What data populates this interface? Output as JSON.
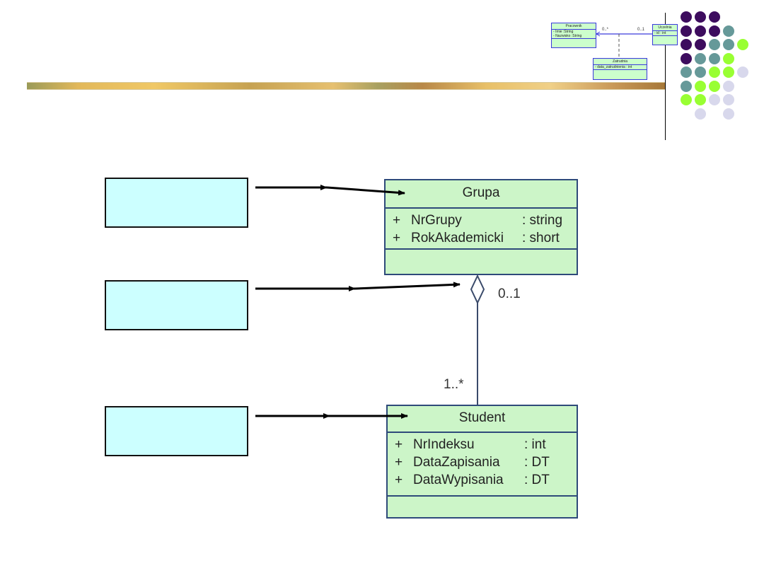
{
  "header": {
    "thumbnail": {
      "classes": [
        {
          "name": "Pracownik",
          "attributes": [
            {
              "vis": "-",
              "name": "Imie",
              "type": ":String"
            },
            {
              "vis": "-",
              "name": "Nazwisko",
              "type": ":String"
            }
          ]
        },
        {
          "name": "Uczelnia",
          "attributes": [
            {
              "vis": "-",
              "name": "id",
              "type": ": int"
            }
          ]
        },
        {
          "name": "Zatrudnia",
          "attributes": [
            {
              "vis": "-",
              "name": "data_zatrudnienia",
              "type": ": int"
            }
          ]
        }
      ],
      "multiplicities": {
        "left": "0..*",
        "right": "0..1"
      }
    },
    "dot_colors": {
      "purple": "#3d0c5e",
      "teal": "#669999",
      "lime": "#99ff33",
      "lavender": "#d8d8ec"
    },
    "dot_grid": [
      [
        "purple",
        "purple",
        "purple",
        null,
        null
      ],
      [
        "purple",
        "purple",
        "purple",
        "teal",
        null
      ],
      [
        "purple",
        "purple",
        "teal",
        "teal",
        "lime"
      ],
      [
        "purple",
        "teal",
        "teal",
        "lime",
        null
      ],
      [
        "teal",
        "teal",
        "lime",
        "lime",
        "lavender"
      ],
      [
        "teal",
        "lime",
        "lime",
        "lavender",
        null
      ],
      [
        "lime",
        "lime",
        "lavender",
        "lavender",
        null
      ],
      [
        null,
        "lavender",
        null,
        "lavender",
        null
      ]
    ]
  },
  "diagram": {
    "label_boxes": [
      "",
      "",
      ""
    ],
    "classes": {
      "grupa": {
        "name": "Grupa",
        "attributes": [
          {
            "vis": "+",
            "name": "NrGrupy",
            "type": ": string"
          },
          {
            "vis": "+",
            "name": "RokAkademicki",
            "type": ": short"
          }
        ]
      },
      "student": {
        "name": "Student",
        "attributes": [
          {
            "vis": "+",
            "name": "NrIndeksu",
            "type": ": int"
          },
          {
            "vis": "+",
            "name": "DataZapisania",
            "type": ": DT"
          },
          {
            "vis": "+",
            "name": "DataWypisania",
            "type": ": DT"
          }
        ]
      }
    },
    "association": {
      "type": "aggregation",
      "multiplicity_whole": "0..1",
      "multiplicity_part": "1..*"
    }
  }
}
